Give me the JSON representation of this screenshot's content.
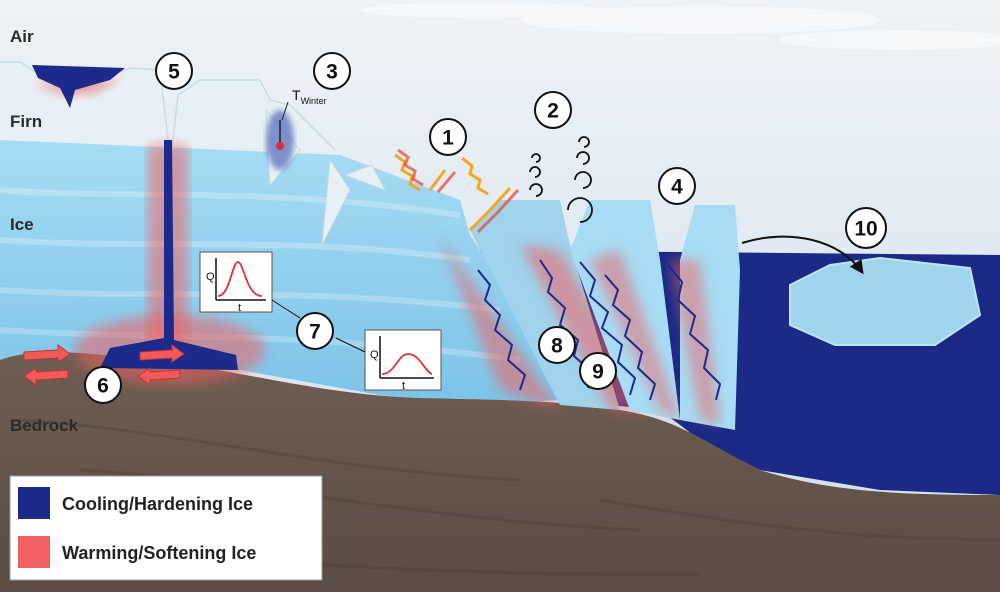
{
  "layers": {
    "air": "Air",
    "firn": "Firn",
    "ice": "Ice",
    "bedrock": "Bedrock"
  },
  "markers": [
    "1",
    "2",
    "3",
    "4",
    "5",
    "6",
    "7",
    "8",
    "9",
    "10"
  ],
  "temperature_label": "T",
  "temperature_subscript": "Winter",
  "graph_axis_y": "Q",
  "graph_axis_x": "t",
  "legend": {
    "cooling": "Cooling/Hardening Ice",
    "warming": "Warming/Softening Ice"
  },
  "colors": {
    "cooling": "#1c2a8c",
    "warming": "#f06060",
    "sky": "#dfe8f0",
    "ice": "#9fd3ee",
    "bedrock": "#6b5a4f"
  }
}
